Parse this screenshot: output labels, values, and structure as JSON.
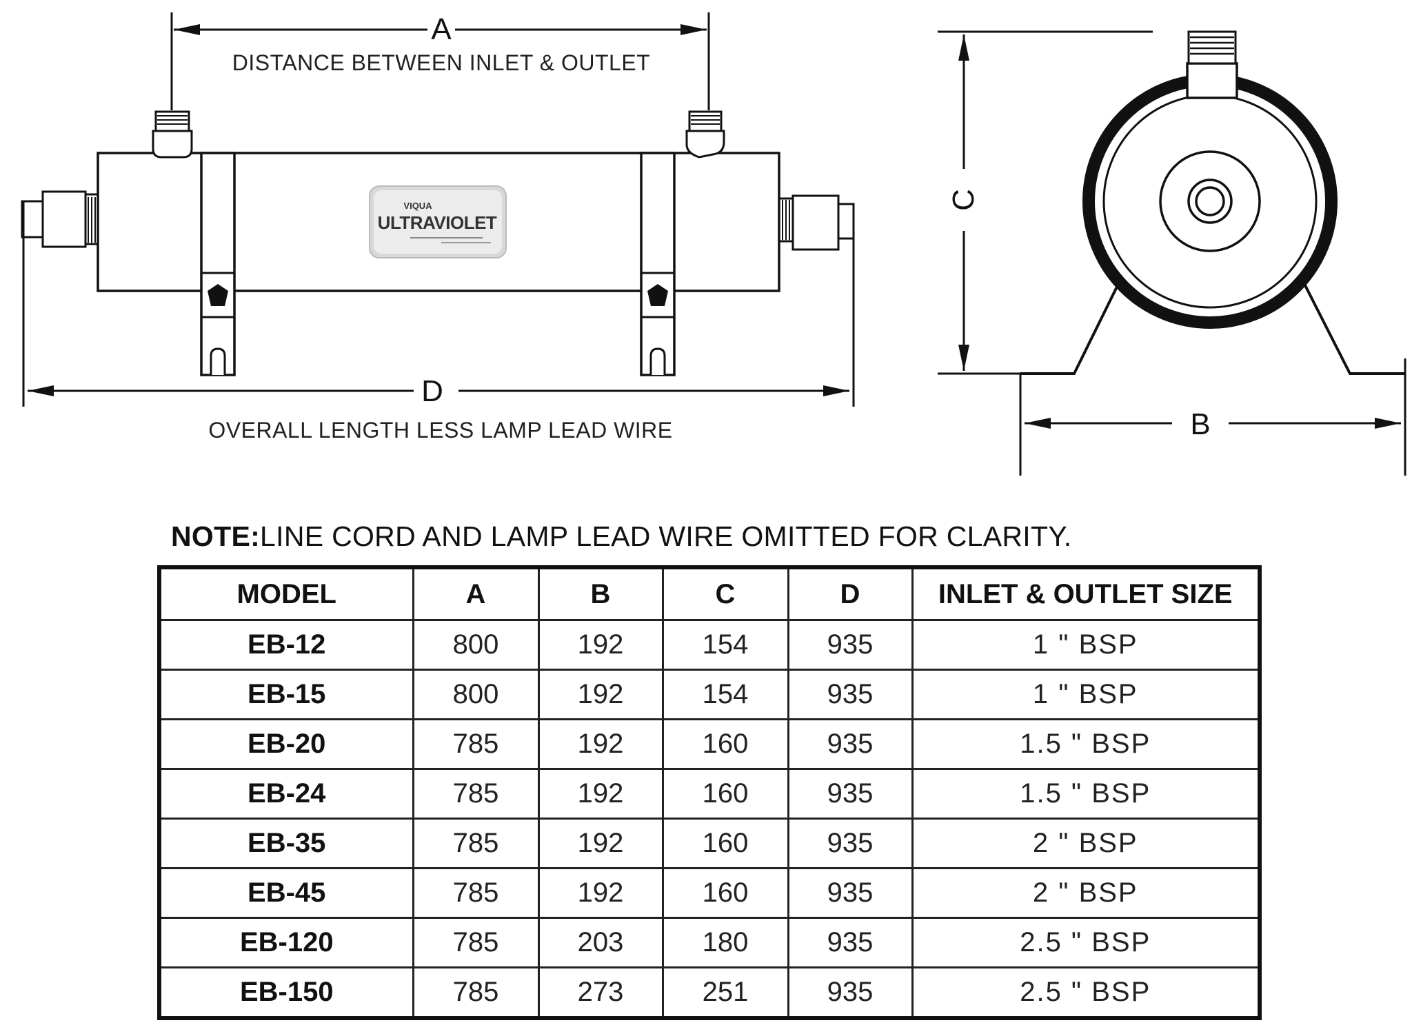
{
  "dimensions": {
    "a_letter": "A",
    "a_caption": "DISTANCE BETWEEN INLET & OUTLET",
    "d_letter": "D",
    "d_caption": "OVERALL  LENGTH  LESS  LAMP  LEAD  WIRE",
    "c_letter": "C",
    "b_letter": "B"
  },
  "logo": {
    "brand_top": "VIQUA",
    "brand_main": "ULTRAVIOLET"
  },
  "note": {
    "prefix": "NOTE:",
    "text": "LINE CORD AND LAMP LEAD WIRE OMITTED FOR CLARITY."
  },
  "table": {
    "headers": [
      "MODEL",
      "A",
      "B",
      "C",
      "D",
      "INLET  & OUTLET SIZE"
    ],
    "rows": [
      [
        "EB-12",
        "800",
        "192",
        "154",
        "935",
        "1 \" BSP"
      ],
      [
        "EB-15",
        "800",
        "192",
        "154",
        "935",
        "1 \" BSP"
      ],
      [
        "EB-20",
        "785",
        "192",
        "160",
        "935",
        "1.5 \" BSP"
      ],
      [
        "EB-24",
        "785",
        "192",
        "160",
        "935",
        "1.5 \" BSP"
      ],
      [
        "EB-35",
        "785",
        "192",
        "160",
        "935",
        "2 \" BSP"
      ],
      [
        "EB-45",
        "785",
        "192",
        "160",
        "935",
        "2 \" BSP"
      ],
      [
        "EB-120",
        "785",
        "203",
        "180",
        "935",
        "2.5 \" BSP"
      ],
      [
        "EB-150",
        "785",
        "273",
        "251",
        "935",
        "2.5 \" BSP"
      ]
    ]
  }
}
